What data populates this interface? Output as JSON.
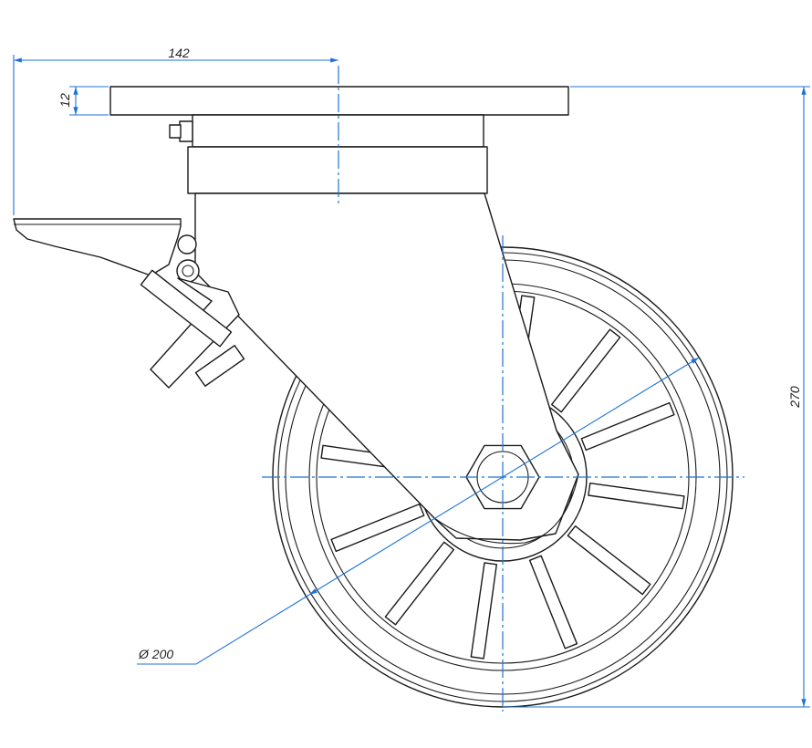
{
  "dimensions": {
    "plate_width": "142",
    "plate_thickness": "12",
    "total_height": "270",
    "wheel_diameter": "Ø 200"
  },
  "colors": {
    "outline": "#1a1a1a",
    "dimension": "#1e73d8",
    "background": "#ffffff"
  },
  "wheel": {
    "spoke_count": 12
  }
}
